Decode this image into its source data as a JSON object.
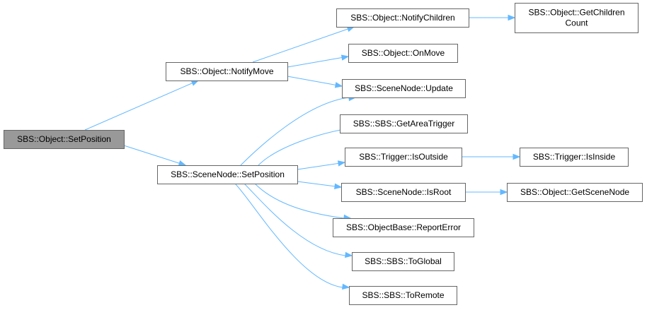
{
  "diagram": {
    "type": "call-graph",
    "colors": {
      "edge": "#63b8ff",
      "node_border": "#666666",
      "node_fill": "#ffffff",
      "root_fill": "#999999"
    },
    "nodes": [
      {
        "id": "set_position",
        "lines": [
          "SBS::Object::SetPosition"
        ],
        "root": true
      },
      {
        "id": "notify_move",
        "lines": [
          "SBS::Object::NotifyMove"
        ]
      },
      {
        "id": "scenenode_set_position",
        "lines": [
          "SBS::SceneNode::SetPosition"
        ]
      },
      {
        "id": "notify_children",
        "lines": [
          "SBS::Object::NotifyChildren"
        ]
      },
      {
        "id": "get_children_count",
        "lines": [
          "SBS::Object::GetChildren",
          "Count"
        ]
      },
      {
        "id": "on_move",
        "lines": [
          "SBS::Object::OnMove"
        ]
      },
      {
        "id": "update",
        "lines": [
          "SBS::SceneNode::Update"
        ]
      },
      {
        "id": "get_area_trigger",
        "lines": [
          "SBS::SBS::GetAreaTrigger"
        ]
      },
      {
        "id": "is_outside",
        "lines": [
          "SBS::Trigger::IsOutside"
        ]
      },
      {
        "id": "is_inside",
        "lines": [
          "SBS::Trigger::IsInside"
        ]
      },
      {
        "id": "is_root",
        "lines": [
          "SBS::SceneNode::IsRoot"
        ]
      },
      {
        "id": "get_scene_node",
        "lines": [
          "SBS::Object::GetSceneNode"
        ]
      },
      {
        "id": "report_error",
        "lines": [
          "SBS::ObjectBase::ReportError"
        ]
      },
      {
        "id": "to_global",
        "lines": [
          "SBS::SBS::ToGlobal"
        ]
      },
      {
        "id": "to_remote",
        "lines": [
          "SBS::SBS::ToRemote"
        ]
      }
    ],
    "edges": [
      {
        "from": "set_position",
        "to": "notify_move"
      },
      {
        "from": "set_position",
        "to": "scenenode_set_position"
      },
      {
        "from": "notify_move",
        "to": "notify_children"
      },
      {
        "from": "notify_move",
        "to": "on_move"
      },
      {
        "from": "notify_move",
        "to": "update"
      },
      {
        "from": "notify_children",
        "to": "get_children_count"
      },
      {
        "from": "scenenode_set_position",
        "to": "update"
      },
      {
        "from": "scenenode_set_position",
        "to": "get_area_trigger"
      },
      {
        "from": "scenenode_set_position",
        "to": "is_outside"
      },
      {
        "from": "scenenode_set_position",
        "to": "is_root"
      },
      {
        "from": "scenenode_set_position",
        "to": "report_error"
      },
      {
        "from": "scenenode_set_position",
        "to": "to_global"
      },
      {
        "from": "scenenode_set_position",
        "to": "to_remote"
      },
      {
        "from": "is_outside",
        "to": "is_inside"
      },
      {
        "from": "is_root",
        "to": "get_scene_node"
      }
    ]
  }
}
